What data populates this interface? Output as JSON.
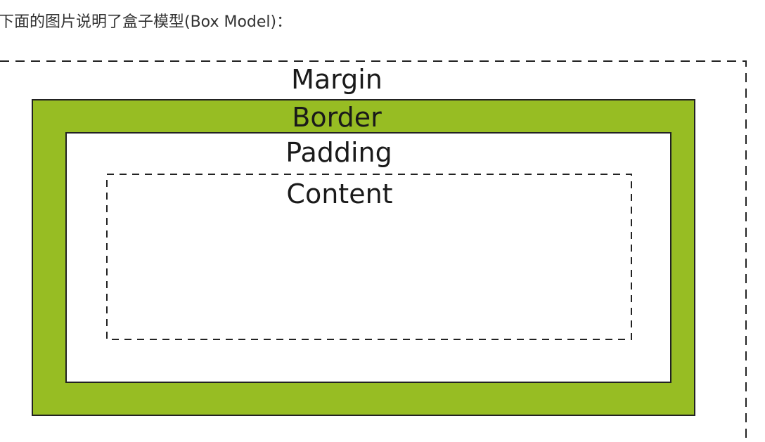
{
  "intro": {
    "text": "下面的图片说明了盒子模型(Box Model)："
  },
  "box_model": {
    "margin_label": "Margin",
    "border_label": "Border",
    "padding_label": "Padding",
    "content_label": "Content",
    "border_color": "#97bd23",
    "padding_color": "#ffffff",
    "outline_color": "#222222"
  }
}
